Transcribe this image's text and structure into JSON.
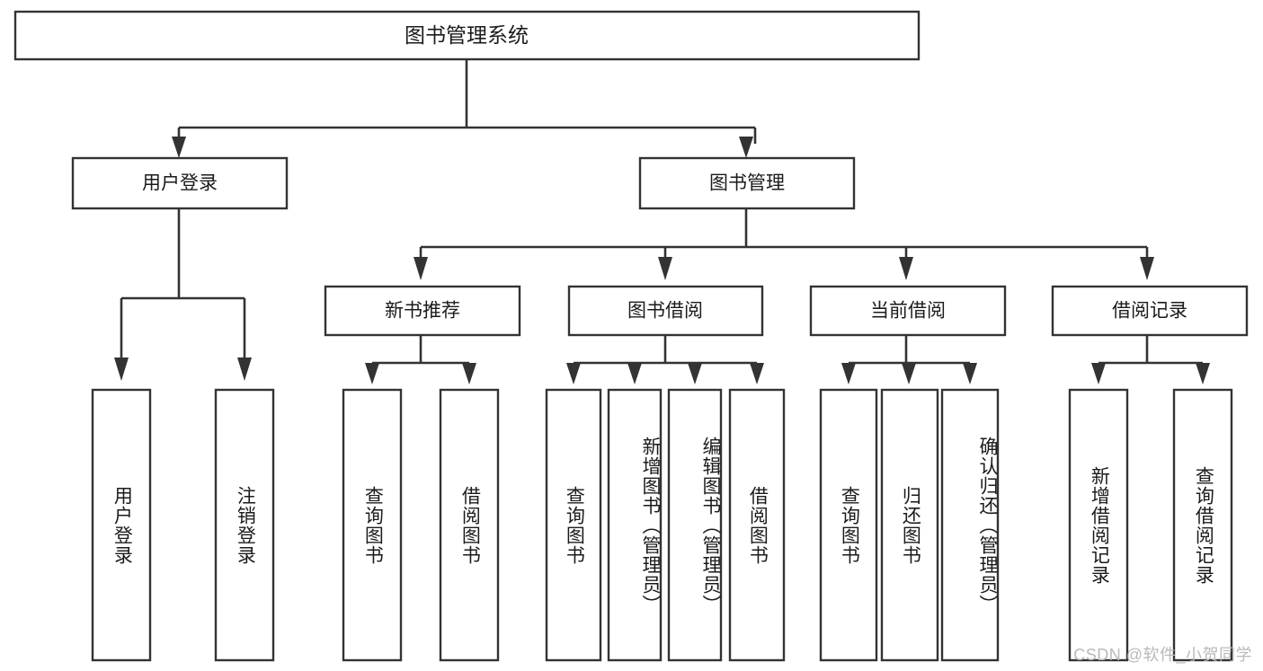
{
  "diagram": {
    "type": "tree",
    "title": "图书管理系统",
    "watermark": "CSDN @软件_小贺同学",
    "colors": {
      "stroke": "#333333",
      "fill": "#ffffff",
      "text": "#1b1b1b",
      "watermark": "#b9b9b9"
    },
    "levels": {
      "root": "图书管理系统",
      "level2": [
        "用户登录",
        "图书管理"
      ],
      "level3": [
        "新书推荐",
        "图书借阅",
        "当前借阅",
        "借阅记录"
      ]
    },
    "nodes": {
      "root": {
        "label": "图书管理系统"
      },
      "user_login": {
        "label": "用户登录"
      },
      "book_manage": {
        "label": "图书管理"
      },
      "new_book_rec": {
        "label": "新书推荐"
      },
      "book_borrow": {
        "label": "图书借阅"
      },
      "current_borrow": {
        "label": "当前借阅"
      },
      "borrow_record": {
        "label": "借阅记录"
      },
      "leaf_user_login": {
        "label": "用户登录"
      },
      "leaf_logout": {
        "label": "注销登录"
      },
      "leaf_query_book_1": {
        "label": "查询图书"
      },
      "leaf_borrow_book_1": {
        "label": "借阅图书"
      },
      "leaf_query_book_2": {
        "label": "查询图书"
      },
      "leaf_add_book": {
        "label": "新增图书（管理员）"
      },
      "leaf_edit_book": {
        "label": "编辑图书（管理员）"
      },
      "leaf_borrow_book_2": {
        "label": "借阅图书"
      },
      "leaf_query_book_3": {
        "label": "查询图书"
      },
      "leaf_return_book": {
        "label": "归还图书"
      },
      "leaf_confirm_return": {
        "label": "确认归还（管理员）"
      },
      "leaf_add_record": {
        "label": "新增借阅记录"
      },
      "leaf_query_record": {
        "label": "查询借阅记录"
      }
    },
    "edges": [
      {
        "from": "root",
        "to": "user_login"
      },
      {
        "from": "root",
        "to": "book_manage"
      },
      {
        "from": "user_login",
        "to": "leaf_user_login"
      },
      {
        "from": "user_login",
        "to": "leaf_logout"
      },
      {
        "from": "book_manage",
        "to": "new_book_rec"
      },
      {
        "from": "book_manage",
        "to": "book_borrow"
      },
      {
        "from": "book_manage",
        "to": "current_borrow"
      },
      {
        "from": "book_manage",
        "to": "borrow_record"
      },
      {
        "from": "new_book_rec",
        "to": "leaf_query_book_1"
      },
      {
        "from": "new_book_rec",
        "to": "leaf_borrow_book_1"
      },
      {
        "from": "book_borrow",
        "to": "leaf_query_book_2"
      },
      {
        "from": "book_borrow",
        "to": "leaf_add_book"
      },
      {
        "from": "book_borrow",
        "to": "leaf_edit_book"
      },
      {
        "from": "book_borrow",
        "to": "leaf_borrow_book_2"
      },
      {
        "from": "current_borrow",
        "to": "leaf_query_book_3"
      },
      {
        "from": "current_borrow",
        "to": "leaf_return_book"
      },
      {
        "from": "current_borrow",
        "to": "leaf_confirm_return"
      },
      {
        "from": "borrow_record",
        "to": "leaf_add_record"
      },
      {
        "from": "borrow_record",
        "to": "leaf_query_record"
      }
    ]
  }
}
